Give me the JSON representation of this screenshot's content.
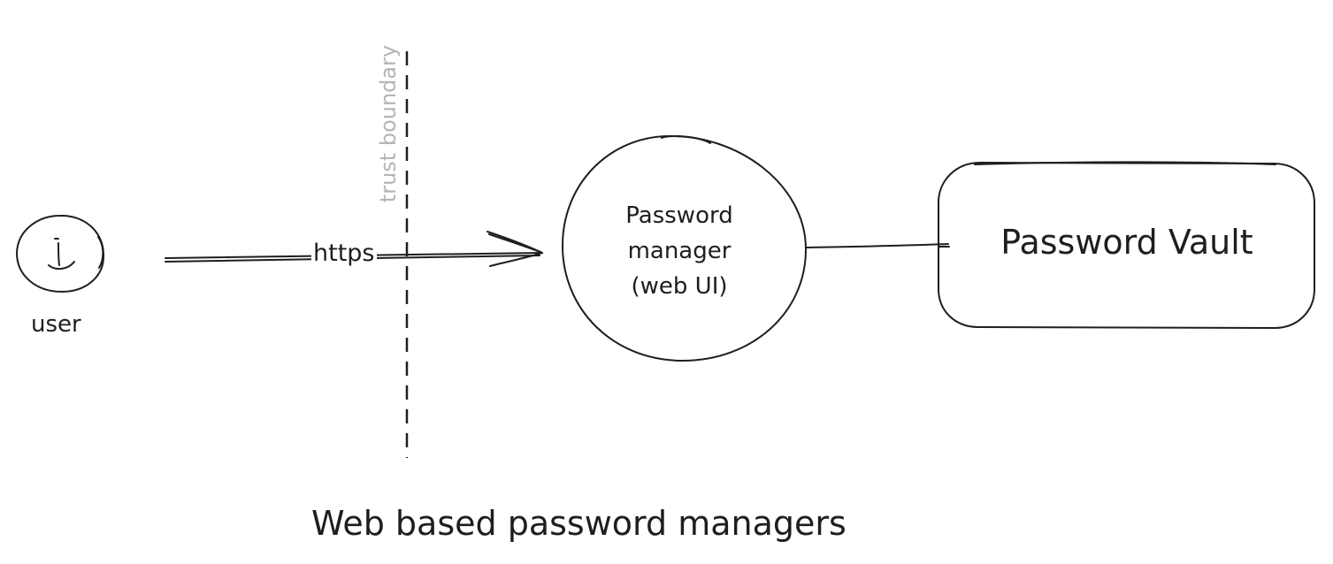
{
  "user": {
    "label": "user",
    "icon": "smiley-face-icon"
  },
  "flow": {
    "protocol_label": "https"
  },
  "trust_boundary": {
    "label": "trust boundary"
  },
  "web_ui": {
    "lines": [
      "Password",
      "manager",
      "(web UI)"
    ]
  },
  "vault": {
    "label": "Password Vault"
  },
  "caption": "Web based password managers",
  "colors": {
    "stroke": "#1e1e1e",
    "boundary_label": "#b5b5b5",
    "background": "#ffffff"
  }
}
